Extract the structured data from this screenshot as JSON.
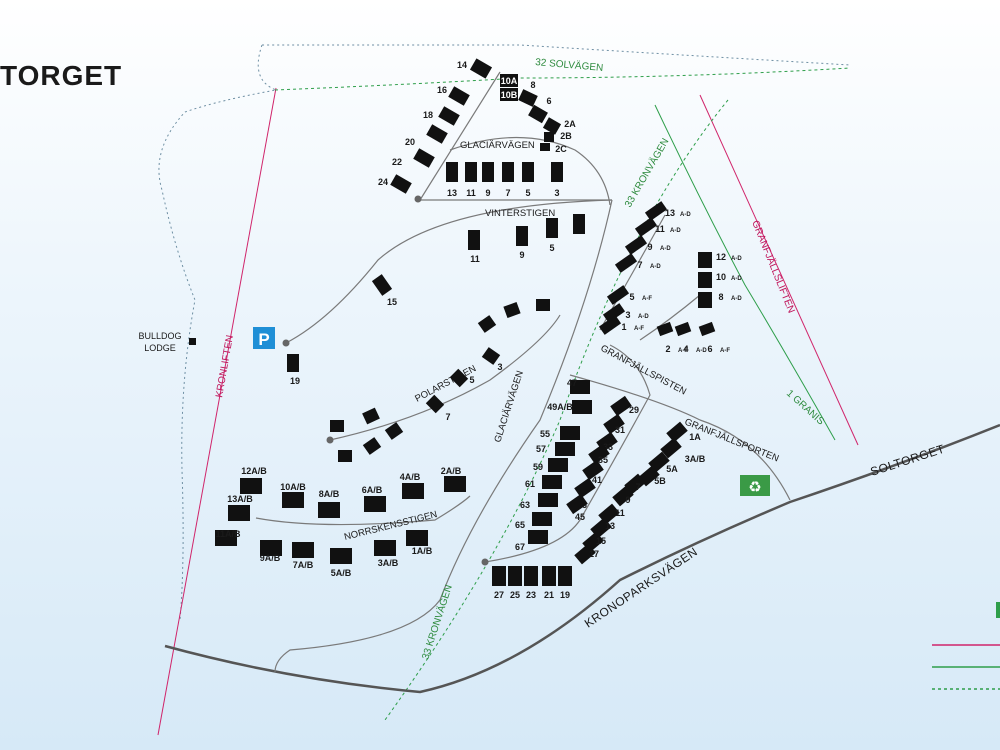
{
  "title": "TORGET",
  "roads": {
    "solvagen": "32 SOLVÄGEN",
    "kronvagen_north": "33 KRONVÄGEN",
    "kronvagen_south": "33 KRONVÄGEN",
    "kronoparksvagen": "KRONOPARKSVÄGEN",
    "soltorget": "SOLTORGET"
  },
  "lifts": {
    "kronliften": "KRONLIFTEN",
    "granfjallsliften": "GRANFJÄLLSLIFTEN",
    "granis": "1 GRANIS"
  },
  "streets": {
    "glaciarvagen_top": "GLACIÄRVÄGEN",
    "vinterstigen": "VINTERSTIGEN",
    "polarstigen": "POLARSTIGEN",
    "glaciarvagen_mid": "GLACIÄRVÄGEN",
    "norrskensstigen": "NORRSKENSSTIGEN",
    "granfjallsspisten": "GRANFJÄLLSPISTEN",
    "granfjallsporten": "GRANFJÄLLSPORTEN"
  },
  "poi": {
    "bulldog_lodge_line1": "BULLDOG",
    "bulldog_lodge_line2": "LODGE",
    "parking": "P",
    "recycling": "♻"
  },
  "cabins": {
    "glaciar_top": [
      "14",
      "10A",
      "10B",
      "8",
      "6",
      "2A",
      "2B",
      "2C",
      "16",
      "18",
      "20",
      "22",
      "24",
      "13",
      "11",
      "9",
      "7",
      "5",
      "3"
    ],
    "vinter": [
      "11",
      "9",
      "5",
      "15"
    ],
    "polar": [
      "19",
      "3",
      "5",
      "7"
    ],
    "norrsken": [
      "12A/B",
      "13A/B",
      "11A/B",
      "10A/B",
      "8A/B",
      "6A/B",
      "4A/B",
      "2A/B",
      "9A/B",
      "7A/B",
      "5A/B",
      "3A/B",
      "1A/B"
    ],
    "granfjall_spisten": [
      "47",
      "49A/B",
      "55",
      "57",
      "59",
      "61",
      "63",
      "65",
      "67",
      "29",
      "31",
      "33",
      "35",
      "41",
      "43",
      "45",
      "1A",
      "3A/B",
      "5A",
      "5B",
      "7",
      "9",
      "11",
      "13",
      "15",
      "17"
    ],
    "bottom_row": [
      "27",
      "25",
      "23",
      "21",
      "19"
    ],
    "east_a": [
      "13",
      "11",
      "9",
      "7",
      "5",
      "3",
      "1"
    ],
    "east_a_sub": [
      "A-D",
      "A-D",
      "A-D",
      "A-D",
      "A-F",
      "A-D",
      "A-F"
    ],
    "east_b": [
      "12",
      "10",
      "8"
    ],
    "east_b_sub": [
      "A-D",
      "A-D",
      "A-D"
    ],
    "east_c": [
      "2",
      "4",
      "6"
    ],
    "east_c_sub": [
      "A-F",
      "A-D",
      "A-F"
    ]
  },
  "colors": {
    "road": "#555555",
    "street": "#7a7a7a",
    "lift_pink": "#d0246a",
    "lift_green": "#2e9e4a",
    "cabin": "#111111",
    "parking": "#1f8fd6",
    "recycling": "#3a9a46"
  }
}
